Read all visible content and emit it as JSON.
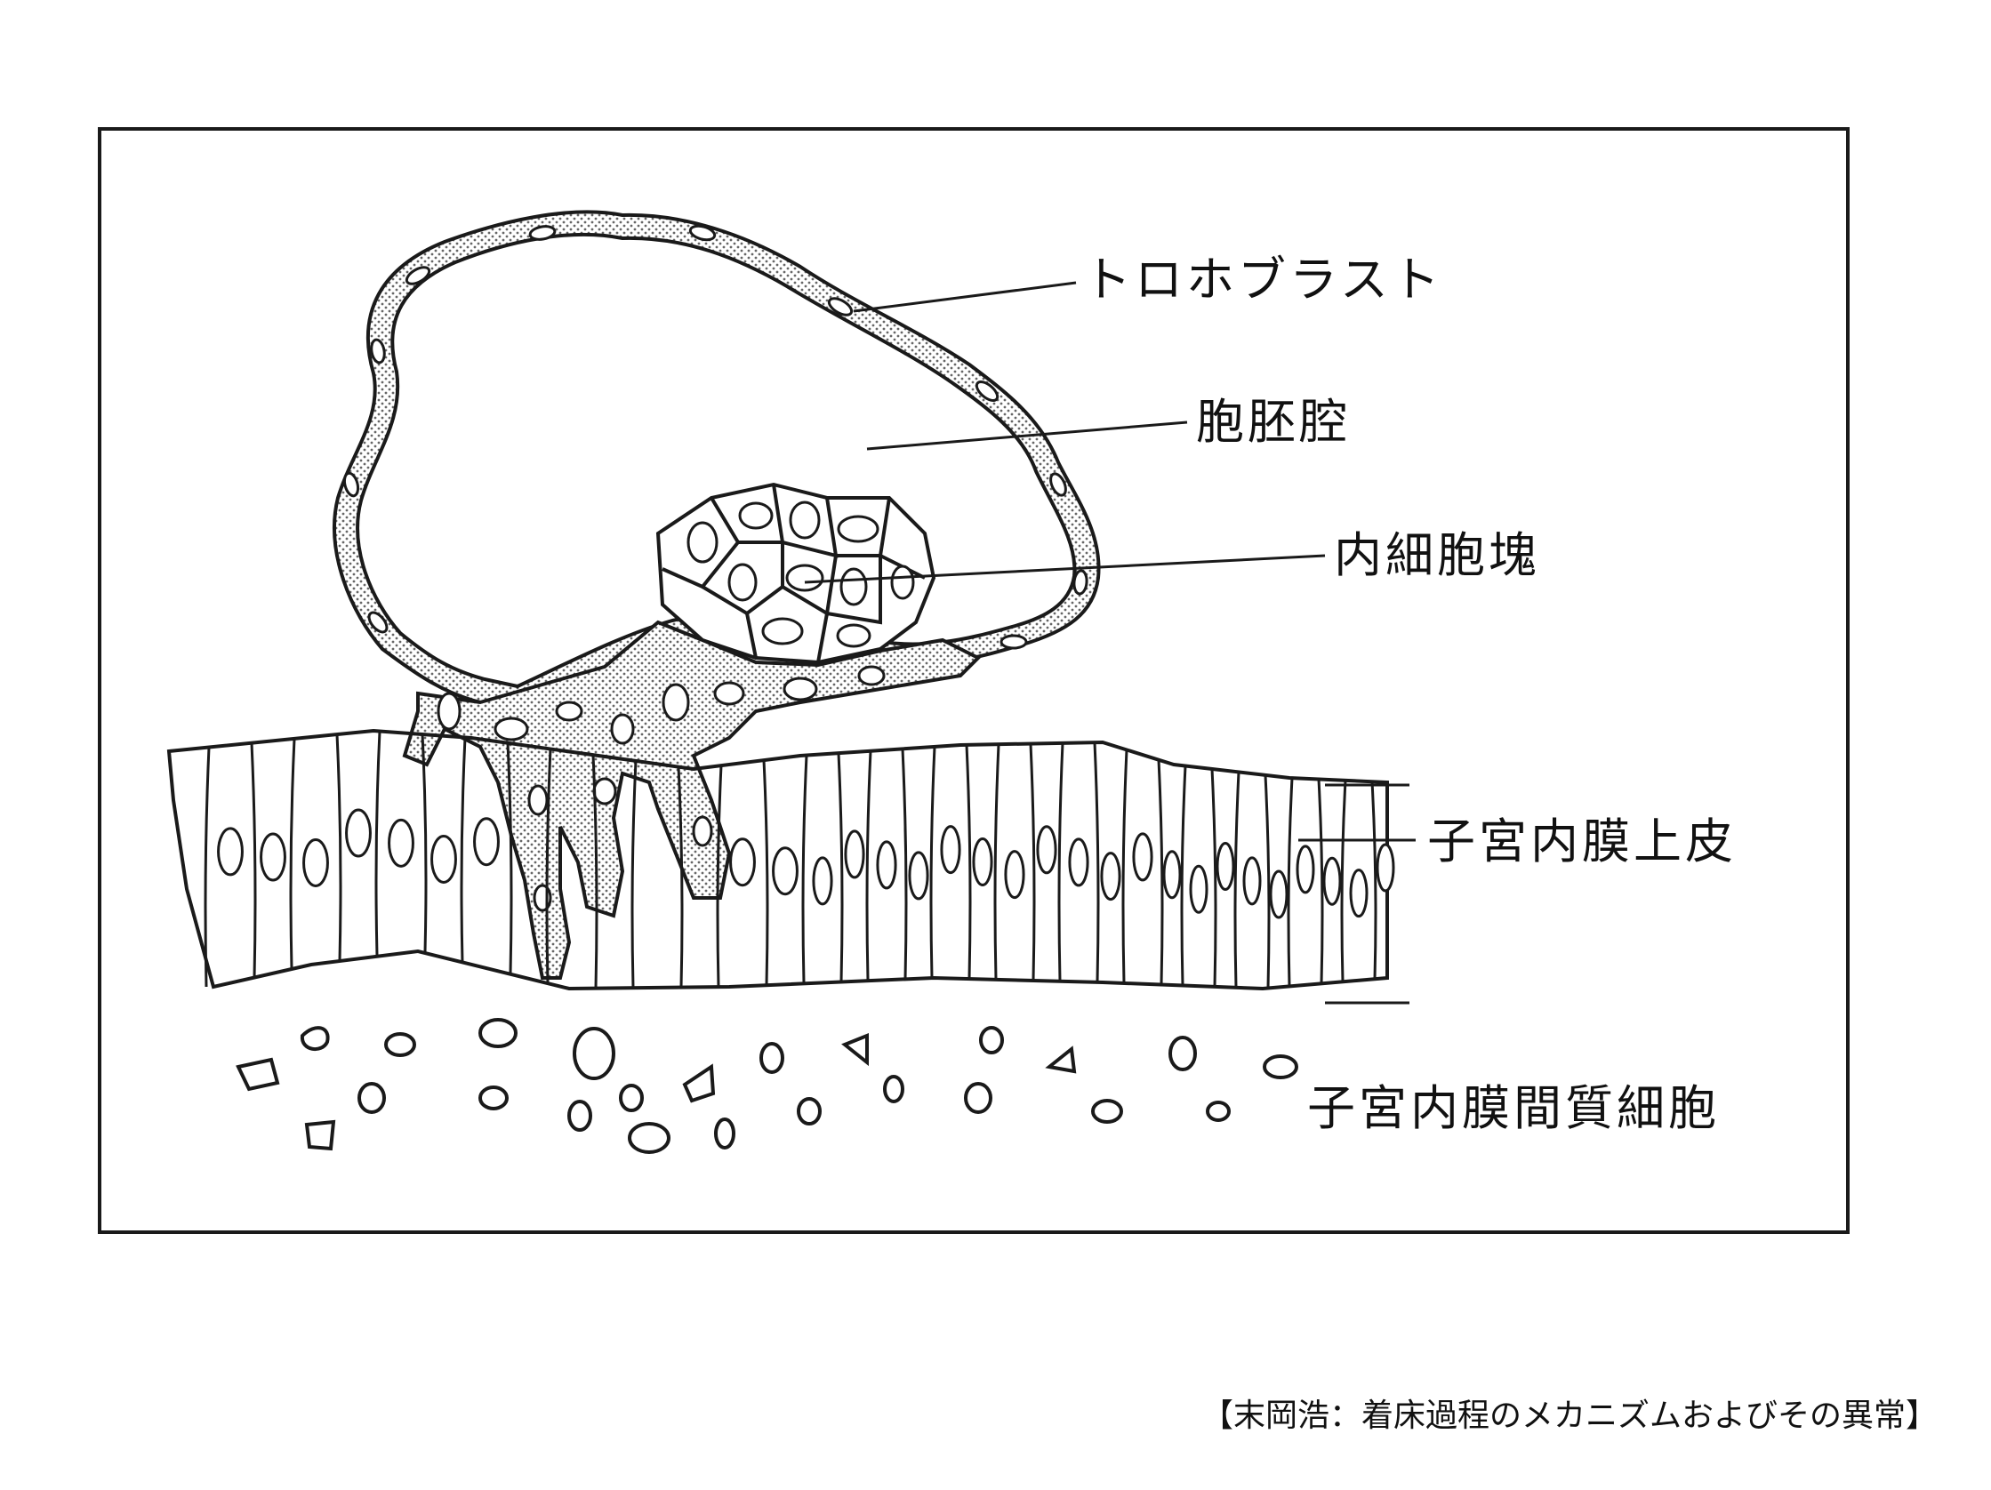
{
  "figure": {
    "labels": {
      "trophoblast": "トロホブラスト",
      "blastocoel": "胞胚腔",
      "inner_cell_mass": "内細胞塊",
      "endometrial_epithelium": "子宮内膜上皮",
      "endometrial_stromal_cells": "子宮内膜間質細胞"
    }
  },
  "caption": "【末岡浩：着床過程のメカニズムおよびその異常】",
  "colors": {
    "line": "#1a1a1a",
    "stipple": "#9a9a9a",
    "background": "#ffffff"
  }
}
